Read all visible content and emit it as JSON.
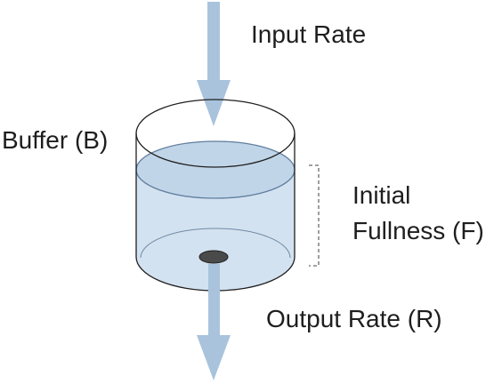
{
  "labels": {
    "input_rate": "Input Rate",
    "buffer": "Buffer (B)",
    "initial_line1": "Initial",
    "initial_line2": "Fullness (F)",
    "output_rate": "Output Rate (R)"
  },
  "colors": {
    "arrow": "#a9c3dd",
    "water": "#d3e2f0",
    "water_surface": "#c1d5e8",
    "water_line": "#5f7e9e",
    "outline": "#1f1f1f",
    "drain_hole": "#4a4a4a",
    "bracket": "#6a6a6a"
  }
}
